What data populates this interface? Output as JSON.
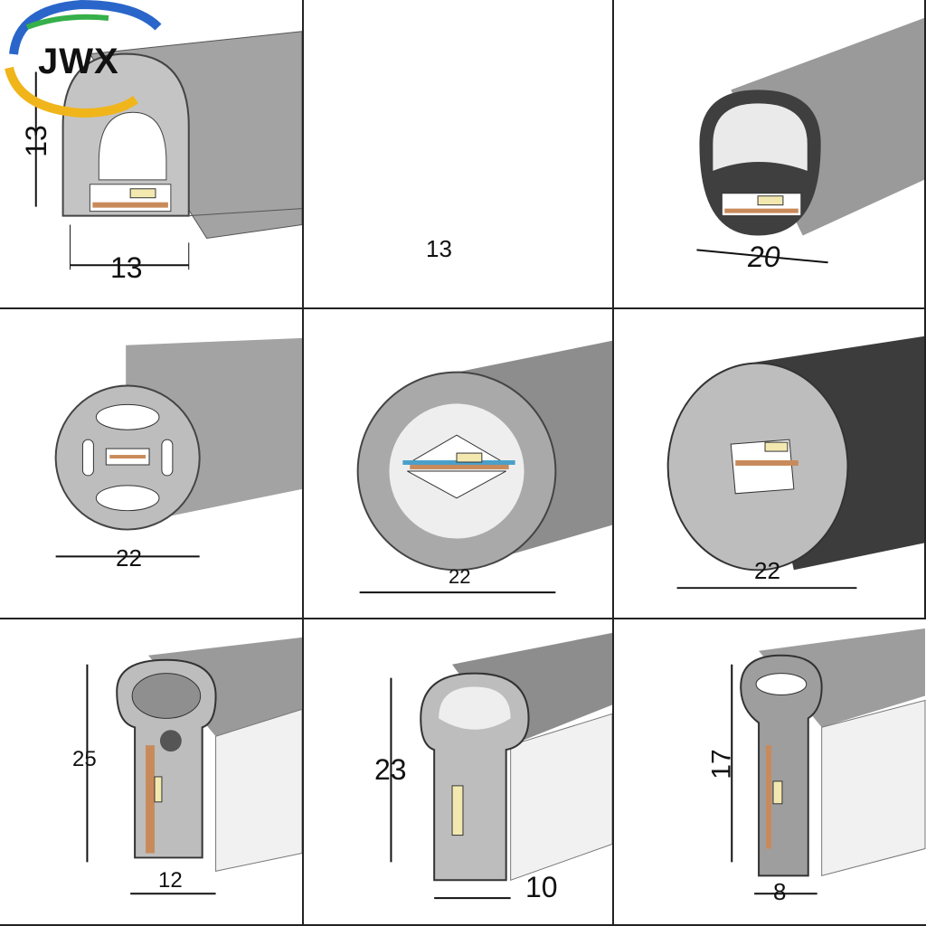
{
  "brand": {
    "name": "JWX"
  },
  "profiles": [
    {
      "id": "p1",
      "width": "13",
      "height": "13"
    },
    {
      "id": "p2",
      "width": "13"
    },
    {
      "id": "p3",
      "width": "20"
    },
    {
      "id": "p4",
      "width": "22"
    },
    {
      "id": "p5",
      "width": "22"
    },
    {
      "id": "p6",
      "width": "22"
    },
    {
      "id": "p7",
      "width": "12",
      "height": "25"
    },
    {
      "id": "p8",
      "width": "10",
      "height": "23"
    },
    {
      "id": "p9",
      "width": "8",
      "height": "17"
    }
  ],
  "colors": {
    "grey": "#9b9b9b",
    "grey_light": "#bdbdbd",
    "dark": "#4a4a4a",
    "copper": "#c98a5b",
    "led": "#f3e9b0"
  }
}
